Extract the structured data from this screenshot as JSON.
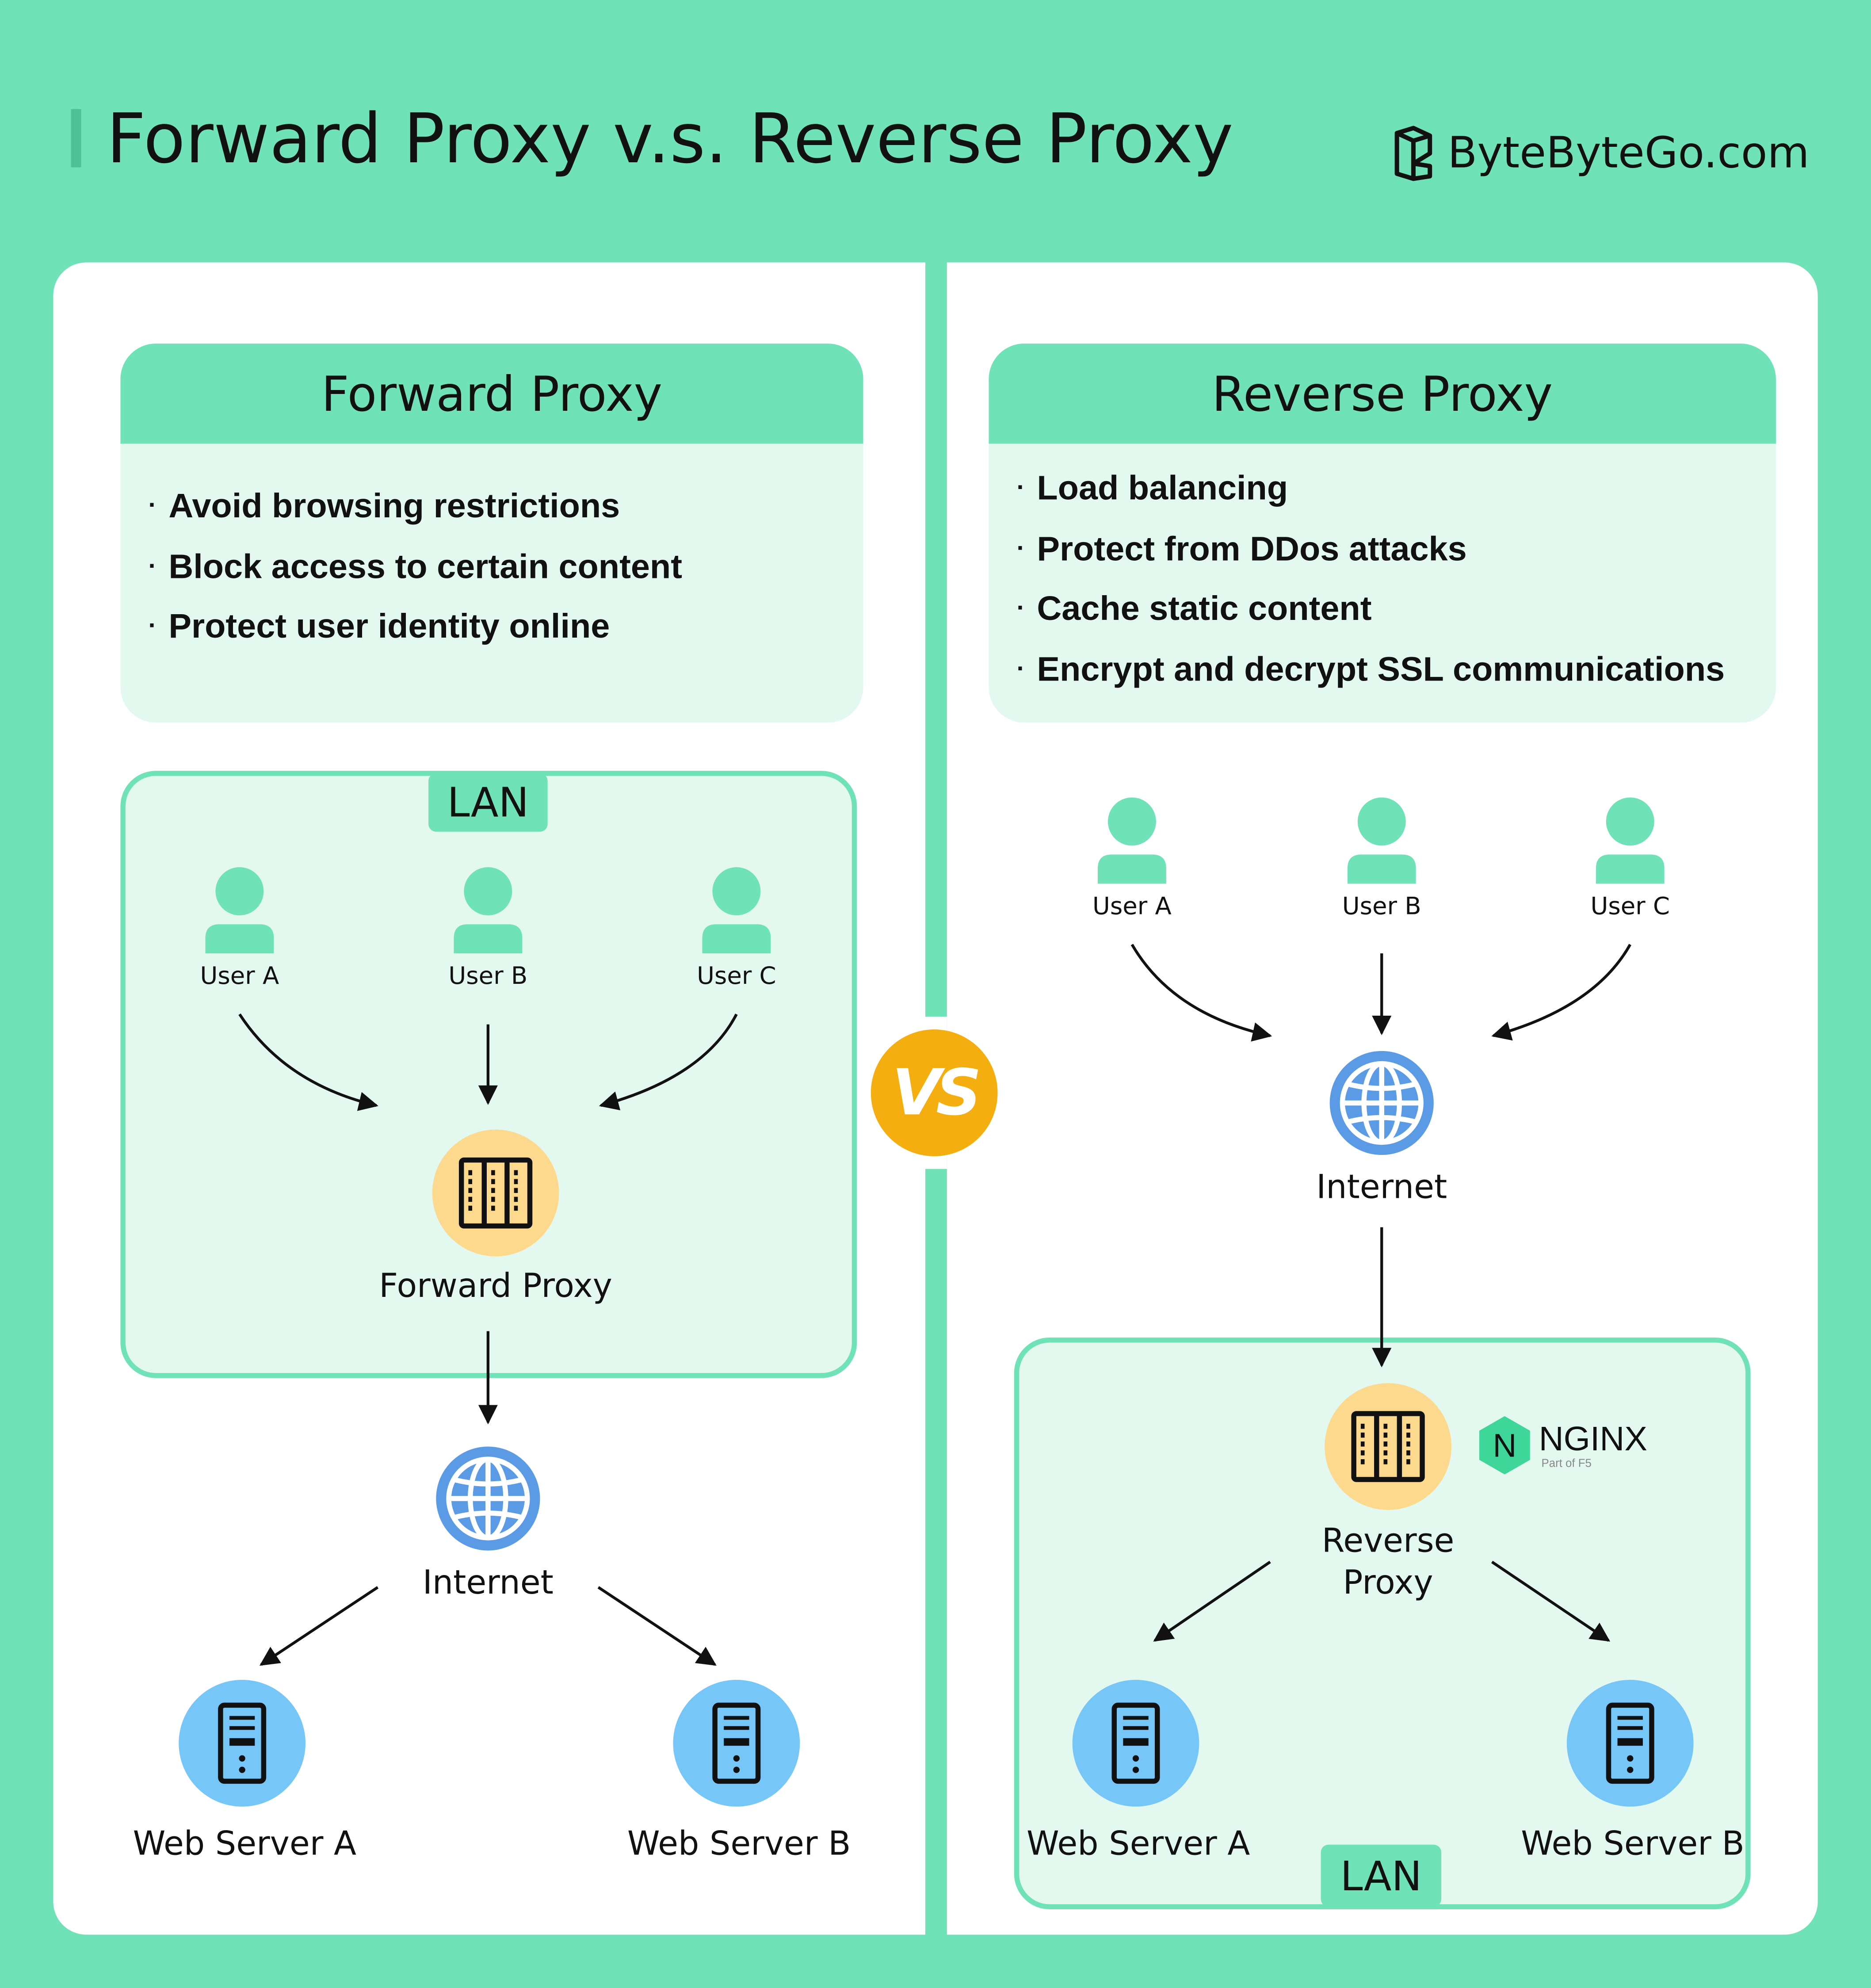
{
  "header": {
    "title": "Forward Proxy v.s. Reverse Proxy",
    "brand": "ByteByteGo.com",
    "brand_icon": "bytebytego-logo-icon"
  },
  "vs_badge": "VS",
  "forward": {
    "card_title": "Forward Proxy",
    "bullets": [
      "Avoid browsing restrictions",
      "Block access to certain content",
      "Protect user identity online"
    ],
    "lan_label": "LAN",
    "users": [
      "User A",
      "User B",
      "User C"
    ],
    "proxy_label": "Forward Proxy",
    "internet_label": "Internet",
    "servers": [
      "Web Server A",
      "Web Server B"
    ]
  },
  "reverse": {
    "card_title": "Reverse Proxy",
    "bullets": [
      "Load balancing",
      "Protect from DDos attacks",
      "Cache static content",
      "Encrypt and decrypt SSL communications"
    ],
    "users": [
      "User A",
      "User B",
      "User C"
    ],
    "internet_label": "Internet",
    "proxy_label_line1": "Reverse",
    "proxy_label_line2": "Proxy",
    "nginx_mark": "N",
    "nginx_name": "NGINX",
    "nginx_sub": "Part of F5",
    "servers": [
      "Web Server A",
      "Web Server B"
    ],
    "lan_label": "LAN"
  },
  "colors": {
    "background": "#70e2b7",
    "card": "#e3f9ef",
    "user": "#70e2b7",
    "globe": "#5b9be6",
    "proxy": "#fcd98d",
    "server": "#76c6f8",
    "vs": "#f5ae10",
    "nginx": "#009639"
  }
}
